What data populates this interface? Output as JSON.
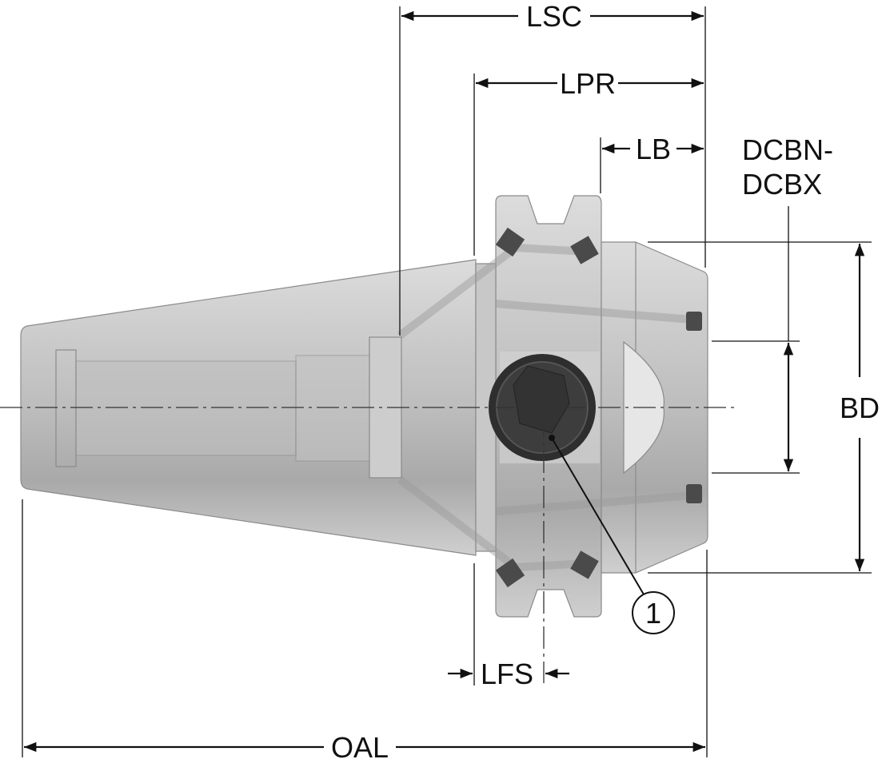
{
  "dimensions": {
    "lsc": "LSC",
    "lpr": "LPR",
    "lb": "LB",
    "dcbn_line1": "DCBN-",
    "dcbx_line2": "DCBX",
    "bd": "BD",
    "lfs": "LFS",
    "oal": "OAL"
  },
  "callouts": [
    {
      "label": "1"
    }
  ],
  "colors": {
    "body": "#c4c4c4",
    "screw": "#3a3a3a",
    "dimension": "#111111"
  }
}
